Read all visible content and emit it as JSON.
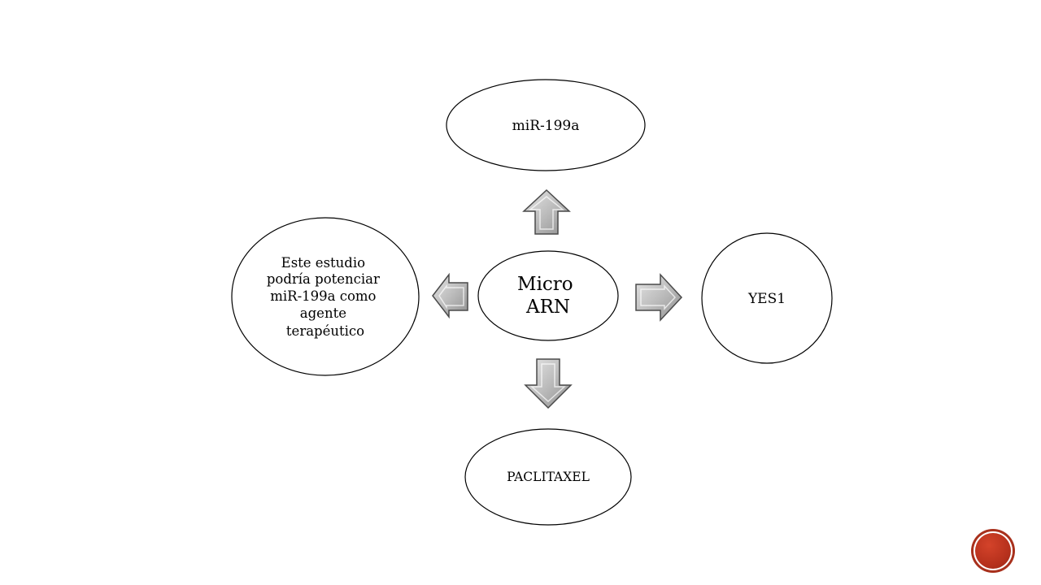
{
  "diagram": {
    "center": {
      "lines": [
        "Micro",
        "ARN"
      ]
    },
    "top": {
      "lines": [
        "miR-199a"
      ]
    },
    "right": {
      "lines": [
        "YES1"
      ]
    },
    "bottom": {
      "lines": [
        "PACLITAXEL"
      ]
    },
    "left": {
      "lines": [
        "Este estudio",
        "podría potenciar",
        "miR-199a como",
        "agente",
        "terapéutico"
      ]
    }
  },
  "icons": {
    "nav": "slide-nav-icon"
  },
  "colors": {
    "arrow_fill": "#bdbdbd",
    "arrow_stroke": "#4a4a4a",
    "nav_button": "#b5301c"
  }
}
